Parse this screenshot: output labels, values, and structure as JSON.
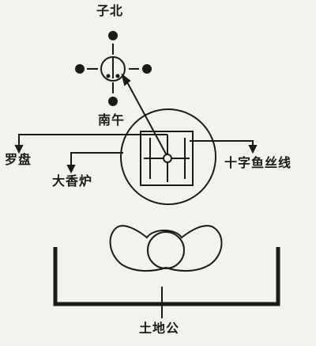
{
  "labels": {
    "zi_bei": "子北",
    "nan_wu": "南午",
    "luo_pan": "罗盘",
    "da_xiang_lu": "大香炉",
    "shi_zi_yu_si_xian": "十字鱼丝线",
    "tu_di_gong": "土地公"
  },
  "colors": {
    "ink": "#1a1a1a",
    "paper": "#f4f2ec"
  }
}
